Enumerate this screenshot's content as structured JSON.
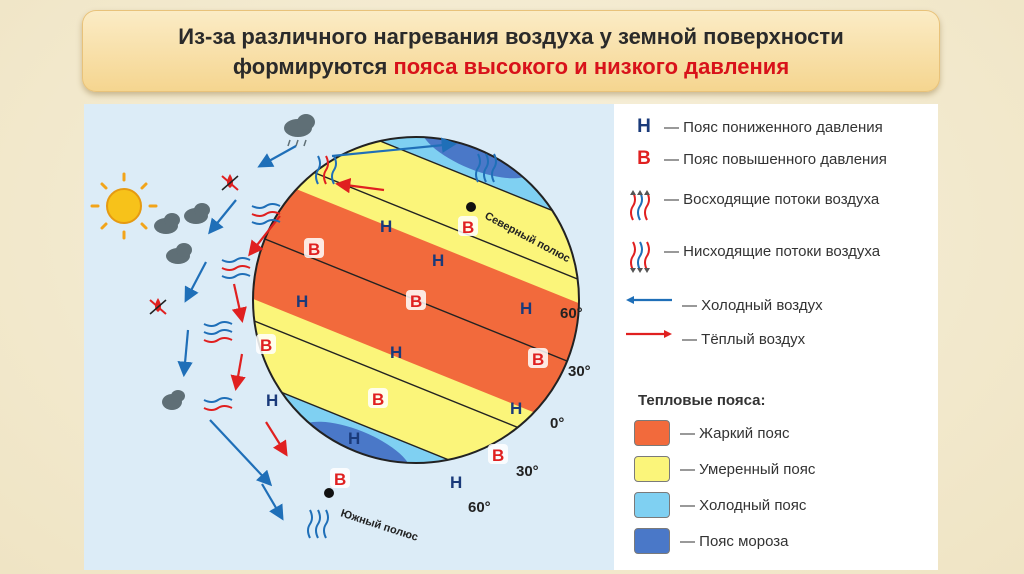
{
  "title": {
    "line1": "Из-за различного нагревания воздуха у земной поверхности",
    "line2_prefix": "формируются ",
    "line2_highlight": "пояса высокого и низкого давления"
  },
  "globe": {
    "low_letter": "Н",
    "high_letter": "В",
    "north_pole": "Северный полюс",
    "south_pole": "Южный полюс",
    "lat_labels": [
      "60°",
      "30°",
      "0°",
      "30°",
      "60°"
    ]
  },
  "legend": {
    "low_pressure": "— Пояс пониженного давления",
    "high_pressure": "— Пояс повышенного давления",
    "updraft": "— Восходящие потоки воздуха",
    "downdraft": "— Нисходящие потоки воздуха",
    "cold_air": "— Холодный воздух",
    "warm_air": "— Тёплый воздух",
    "heat_title": "Тепловые пояса:",
    "hot": "— Жаркий пояс",
    "temperate": "— Умеренный пояс",
    "cold": "— Холодный пояс",
    "frost": "— Пояс мороза"
  },
  "colors": {
    "hot": "#f26a3c",
    "temperate": "#fbf57a",
    "cold": "#7fd0f2",
    "frost": "#4a78c8",
    "cold_arrow": "#1f6fb8",
    "warm_arrow": "#e02020",
    "low_letter": "#1a3a7a",
    "high_letter": "#e02020"
  }
}
